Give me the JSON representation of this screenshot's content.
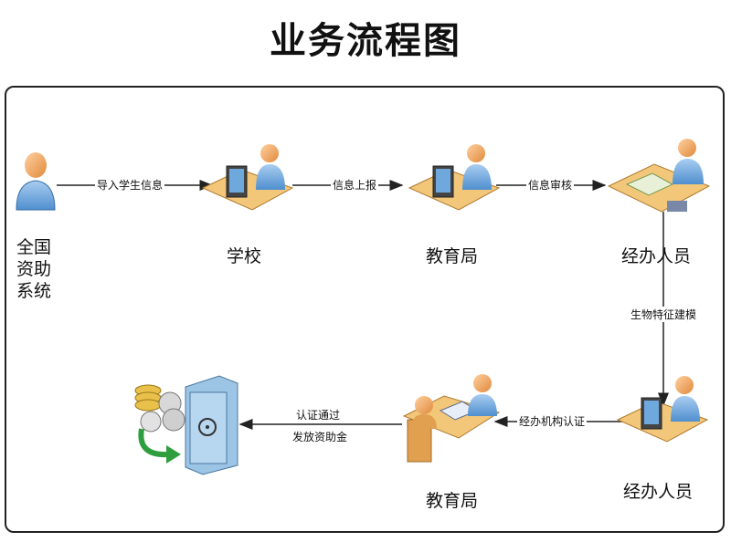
{
  "title": "业务流程图",
  "nodes": {
    "source": "全国资助系统",
    "source_lines": [
      "全国",
      "资助",
      "系统"
    ],
    "school": "学校",
    "bureau_top": "教育局",
    "handler_top": "经办人员",
    "handler_bottom": "经办人员",
    "bureau_bottom": "教育局"
  },
  "edges": {
    "import": "导入学生信息",
    "report": "信息上报",
    "review": "信息审核",
    "biometric": "生物特征建模",
    "agency_auth": "经办机构认证",
    "auth_pass_line1": "认证通过",
    "auth_pass_line2": "发放资助金"
  },
  "colors": {
    "accent": "#5b9bd5",
    "skin": "#f4a460",
    "desk": "#f2c77a",
    "arrow": "#222222"
  }
}
